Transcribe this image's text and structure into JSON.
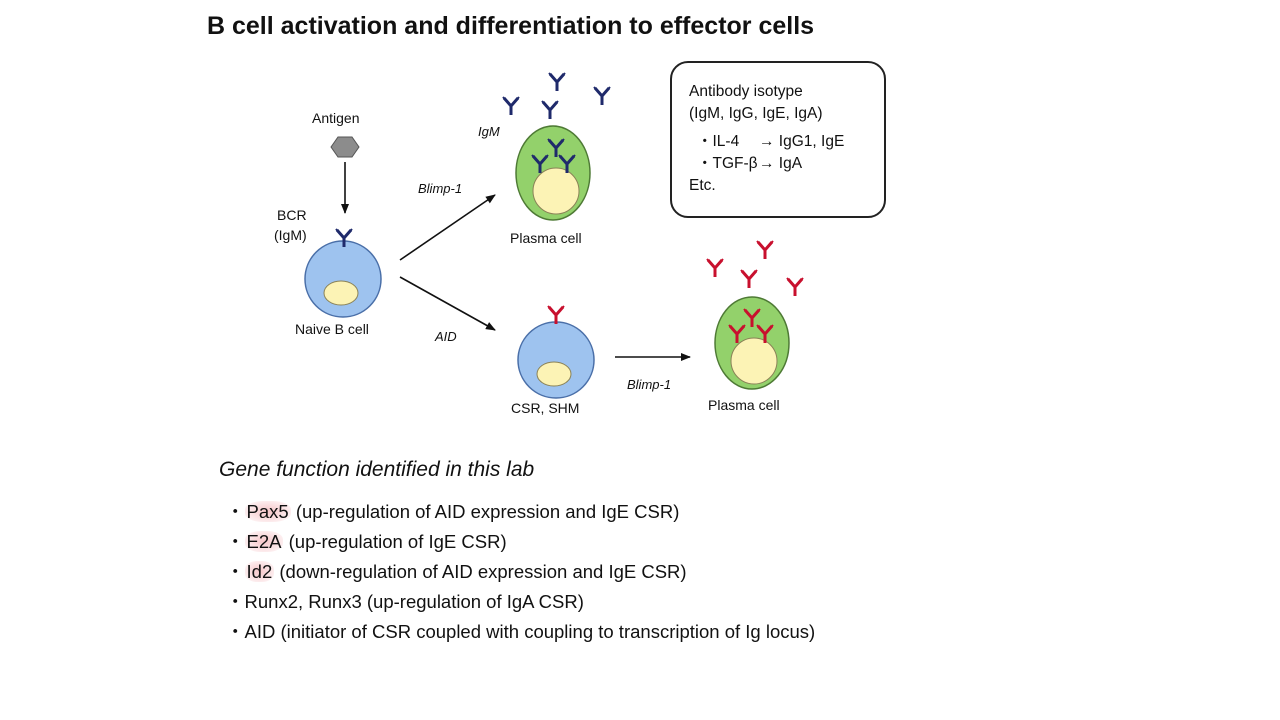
{
  "title": "B cell activation and differentiation to effector cells",
  "labels": {
    "antigen": "Antigen",
    "bcr": "BCR",
    "bcr_isotype": "(IgM)",
    "naive_b_cell": "Naive B cell",
    "blimp1_top": "Blimp-1",
    "igm": "IgM",
    "plasma_cell_top": "Plasma cell",
    "aid": "AID",
    "csr_shm": "CSR, SHM",
    "blimp1_bottom": "Blimp-1",
    "plasma_cell_bottom": "Plasma cell"
  },
  "isotype_box": {
    "line1": "Antibody isotype",
    "line2": "(IgM, IgG, IgE, IgA)",
    "rows": [
      {
        "factor": "・IL-4",
        "result": "→ IgG1, IgE"
      },
      {
        "factor": "・TGF-β",
        "result": "→ IgA"
      }
    ],
    "etc": "Etc."
  },
  "gene_section": {
    "title": "Gene function identified in this lab",
    "items": [
      {
        "bullet": "・",
        "gene": "Pax5",
        "rest": " (up-regulation of AID expression and IgE CSR)"
      },
      {
        "bullet": "・",
        "gene": "E2A",
        "rest": " (up-regulation of IgE CSR)"
      },
      {
        "bullet": "・",
        "gene": "Id2",
        "rest": " (down-regulation of AID expression and IgE CSR)"
      },
      {
        "bullet": "・",
        "gene": "Runx2, Runx3",
        "rest": " (up-regulation of IgA CSR)"
      },
      {
        "bullet": "・",
        "gene": "AID",
        "rest": " (initiator of CSR coupled with coupling to transcription of Ig locus)"
      }
    ]
  },
  "colors": {
    "igm_antibody": "#1f2a6b",
    "switched_antibody": "#c8102e",
    "b_cell_fill": "#9ec3ef",
    "plasma_cell_fill": "#93d16b",
    "nucleus_fill": "#fcf3b5",
    "antigen_fill": "#8c8c8c"
  }
}
